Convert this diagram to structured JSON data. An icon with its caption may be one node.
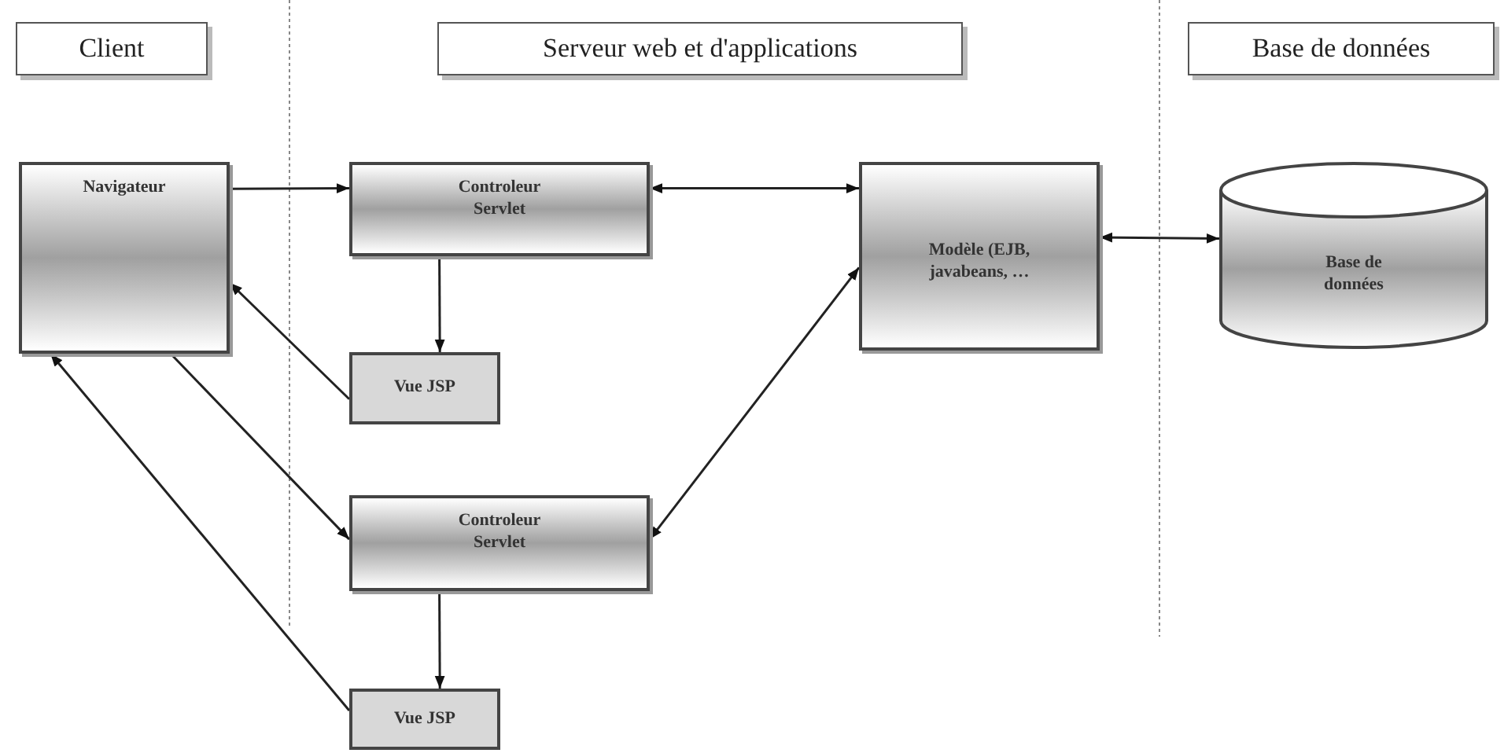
{
  "diagram": {
    "nodes": [
      {
        "text": [
          "Client"
        ]
      },
      {
        "text": [
          "Serveur web et d'applications"
        ]
      },
      {
        "text": [
          "Base de données"
        ]
      },
      {
        "text": [
          "Navigateur"
        ]
      },
      {
        "text": [
          "Controleur Servlet"
        ]
      },
      {
        "text": [
          "Vue JSP"
        ]
      },
      {
        "text": [
          "Modèle (EJB, javabeans, …"
        ]
      },
      {
        "text": [
          "Base de données"
        ]
      },
      {
        "text": [
          "Controleur Servlet"
        ]
      },
      {
        "text": [
          "Vue JSP"
        ]
      }
    ],
    "edges": [
      {
        "from": 3,
        "to": 4,
        "arrow": "to"
      },
      {
        "from": 4,
        "to": 6,
        "arrow": "both"
      },
      {
        "from": 4,
        "to": 5,
        "arrow": "to"
      },
      {
        "from": 5,
        "to": 3,
        "arrow": "to"
      },
      {
        "from": 3,
        "to": 8,
        "arrow": "to"
      },
      {
        "from": 6,
        "to": 8,
        "arrow": "both"
      },
      {
        "from": 9,
        "to": 3,
        "arrow": "to"
      },
      {
        "from": 8,
        "to": 9,
        "arrow": "to"
      },
      {
        "from": 6,
        "to": 7,
        "arrow": "both"
      }
    ]
  }
}
